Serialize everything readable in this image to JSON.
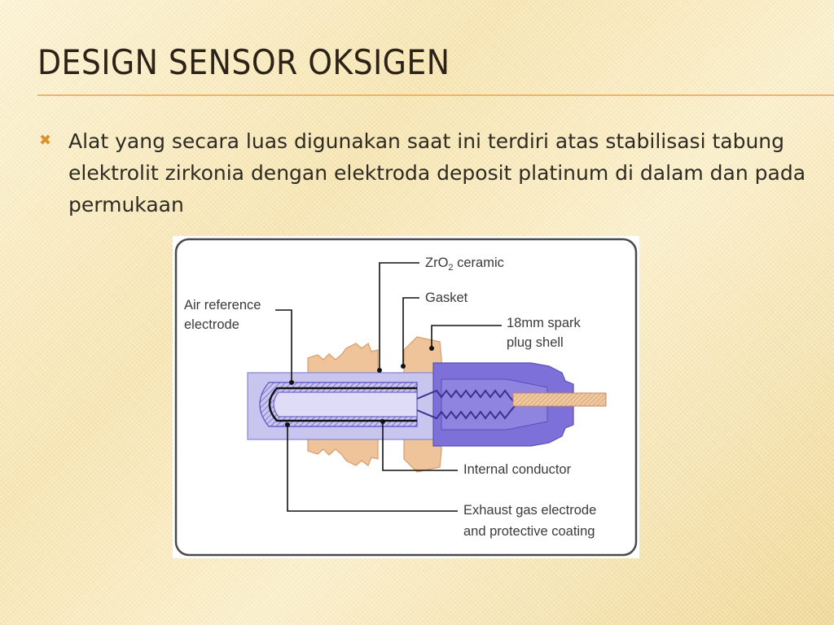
{
  "slide": {
    "title": "Design Sensor Oksigen",
    "bullet_icon": "x-bullet-icon",
    "bullets": [
      "Alat yang secara luas digunakan saat ini terdiri atas stabilisasi tabung elektrolit zirkonia dengan elektroda deposit platinum di dalam dan pada permukaan"
    ]
  },
  "diagram": {
    "labels": {
      "zro2_main": "ZrO",
      "zro2_sub": "2",
      "zro2_rest": " ceramic",
      "gasket": "Gasket",
      "spark_1": "18mm spark",
      "spark_2": "plug shell",
      "air_1": "Air reference",
      "air_2": "electrode",
      "internal": "Internal conductor",
      "exhaust_1": "Exhaust gas electrode",
      "exhaust_2": "and protective coating"
    },
    "colors": {
      "shell": "#f0c49a",
      "shield": "#c8c5ef",
      "body": "#7d70d8",
      "ceramic_hatch": "#9a8ee8",
      "wire": "#e9b084",
      "leader": "#111111"
    }
  }
}
